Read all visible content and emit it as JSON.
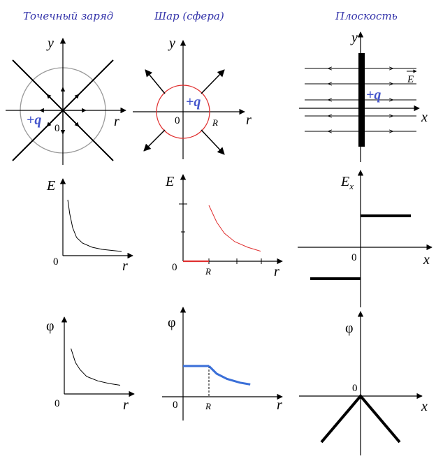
{
  "colors": {
    "title": "#3333aa",
    "charge": "#4455cc",
    "sphere": "#e03030",
    "potential": "#3a6fd8",
    "field_line": "#000000"
  },
  "headers": {
    "point": "Точечный заряд",
    "sphere": "Шар (сфера)",
    "plane": "Плоскость"
  },
  "labels": {
    "y": "y",
    "r": "r",
    "x": "x",
    "zero": "0",
    "R": "R",
    "charge": "+q",
    "E": "E",
    "Ex": "E",
    "Ex_sub": "x",
    "E_vec": "E",
    "phi": "φ"
  },
  "chart_data": [
    {
      "type": "line",
      "panel": "point-E",
      "ylabel": "E",
      "xlabel": "r",
      "series": [
        {
          "x": [
            0.25,
            0.35,
            0.5,
            0.7,
            1.0,
            1.5,
            2.0,
            3.0
          ],
          "y": [
            4.0,
            3.0,
            2.0,
            1.3,
            0.9,
            0.6,
            0.45,
            0.3
          ]
        }
      ]
    },
    {
      "type": "line",
      "panel": "sphere-E",
      "ylabel": "E",
      "xlabel": "r",
      "series": [
        {
          "x": [
            0,
            1
          ],
          "y": [
            0,
            0
          ]
        },
        {
          "x": [
            1.0,
            1.3,
            1.6,
            2.0,
            2.5,
            3.0
          ],
          "y": [
            1.0,
            0.7,
            0.5,
            0.35,
            0.25,
            0.18
          ]
        }
      ]
    },
    {
      "type": "line",
      "panel": "plane-Ex",
      "ylabel": "Ex",
      "xlabel": "x",
      "series": [
        {
          "x": [
            -1,
            0
          ],
          "y": [
            -0.5,
            -0.5
          ]
        },
        {
          "x": [
            0,
            1
          ],
          "y": [
            0.5,
            0.5
          ]
        }
      ]
    },
    {
      "type": "line",
      "panel": "point-phi",
      "ylabel": "φ",
      "xlabel": "r",
      "series": [
        {
          "x": [
            0.3,
            0.5,
            0.7,
            1.0,
            1.5,
            2.0,
            2.5
          ],
          "y": [
            2.6,
            1.8,
            1.4,
            1.0,
            0.75,
            0.6,
            0.5
          ]
        }
      ]
    },
    {
      "type": "line",
      "panel": "sphere-phi",
      "ylabel": "φ",
      "xlabel": "r",
      "series": [
        {
          "x": [
            0,
            1
          ],
          "y": [
            1,
            1
          ]
        },
        {
          "x": [
            1.0,
            1.3,
            1.7,
            2.2,
            2.6
          ],
          "y": [
            1.0,
            0.75,
            0.58,
            0.46,
            0.4
          ]
        }
      ]
    },
    {
      "type": "line",
      "panel": "plane-phi",
      "ylabel": "φ",
      "xlabel": "x",
      "series": [
        {
          "x": [
            -1,
            0,
            1
          ],
          "y": [
            -1,
            0,
            -1
          ]
        }
      ]
    }
  ]
}
